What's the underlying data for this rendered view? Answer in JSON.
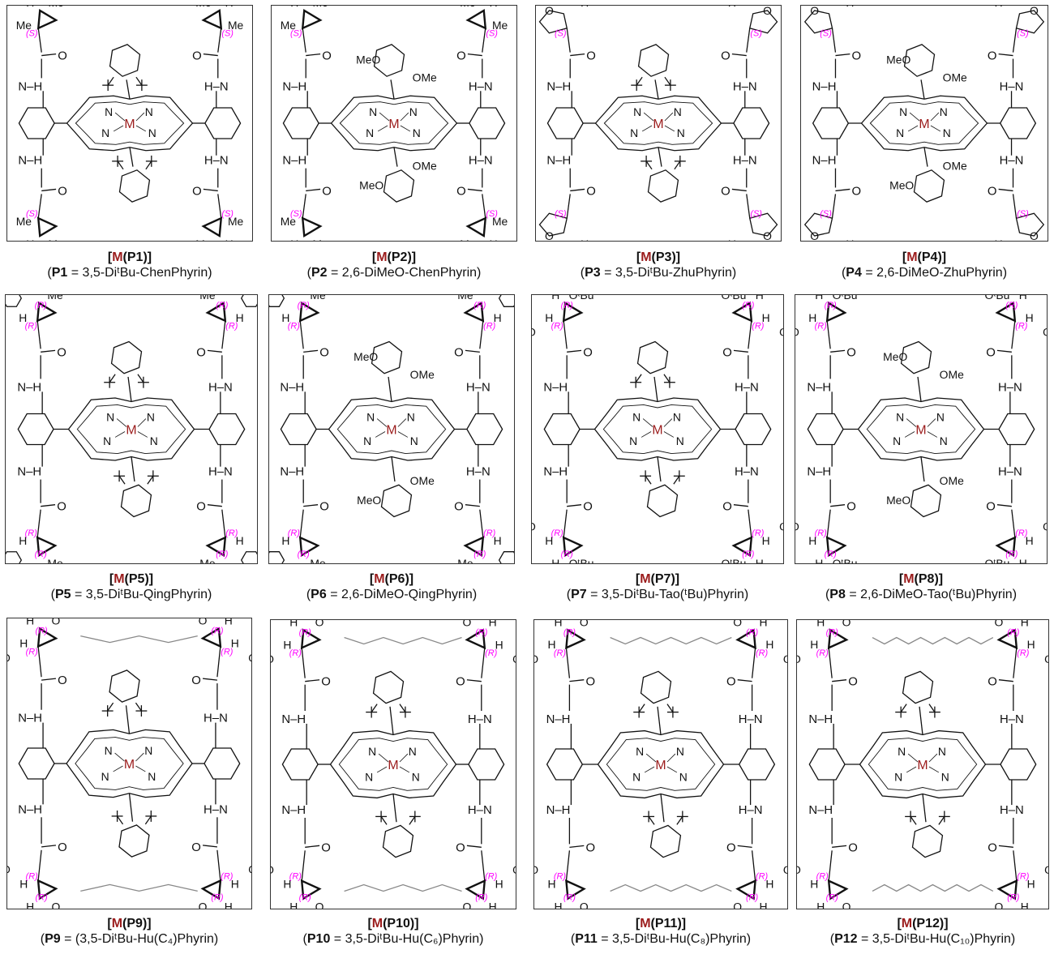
{
  "colors": {
    "metal": "#9b1c1c",
    "stereo": "#ff00ff",
    "linker": "#888888",
    "line": "#111111"
  },
  "panels": [
    {
      "id": "P1",
      "complex_open": "[",
      "metal": "M",
      "complex_close": "(P1)]",
      "desc_open": "(",
      "desc_id": "P1",
      "desc_rest": " = 3,5-DiᵗBu-ChenPhyrin)",
      "stereo": "(S)",
      "stereo_count": 4,
      "aryl": "tBu",
      "arm": "cyclopropyl-dimethyl",
      "arm_labels": [
        "Me",
        "Me",
        "H"
      ],
      "aryl_labels": []
    },
    {
      "id": "P2",
      "complex_open": "[",
      "metal": "M",
      "complex_close": "(P2)]",
      "desc_open": "(",
      "desc_id": "P2",
      "desc_rest": " = 2,6-DiMeO-ChenPhyrin)",
      "stereo": "(S)",
      "stereo_count": 4,
      "aryl": "dimethoxy",
      "arm": "cyclopropyl-dimethyl",
      "arm_labels": [
        "Me",
        "Me",
        "H"
      ],
      "aryl_labels": [
        "MeO",
        "OMe"
      ]
    },
    {
      "id": "P3",
      "complex_open": "[",
      "metal": "M",
      "complex_close": "(P3)]",
      "desc_open": "(",
      "desc_id": "P3",
      "desc_rest": " = 3,5-DiᵗBu-ZhuPhyrin)",
      "stereo": "(S)",
      "stereo_count": 4,
      "aryl": "tBu",
      "arm": "tetrahydrofuranyl",
      "arm_labels": [
        "H",
        "O"
      ],
      "aryl_labels": []
    },
    {
      "id": "P4",
      "complex_open": "[",
      "metal": "M",
      "complex_close": "(P4)]",
      "desc_open": "(",
      "desc_id": "P4",
      "desc_rest": " = 2,6-DiMeO-ZhuPhyrin)",
      "stereo": "(S)",
      "stereo_count": 4,
      "aryl": "dimethoxy",
      "arm": "tetrahydrofuranyl",
      "arm_labels": [
        "H",
        "O"
      ],
      "aryl_labels": [
        "MeO",
        "OMe"
      ]
    },
    {
      "id": "P5",
      "complex_open": "[",
      "metal": "M",
      "complex_close": "(P5)]",
      "desc_open": "(",
      "desc_id": "P5",
      "desc_rest": " = 3,5-DiᵗBu-QingPhyrin)",
      "stereo": "(R)",
      "stereo_count": 8,
      "aryl": "tBu",
      "arm": "cyclopropyl-methyl-phenyl",
      "arm_labels": [
        "Me",
        "H"
      ],
      "aryl_labels": []
    },
    {
      "id": "P6",
      "complex_open": "[",
      "metal": "M",
      "complex_close": "(P6)]",
      "desc_open": "(",
      "desc_id": "P6",
      "desc_rest": " = 2,6-DiMeO-QingPhyrin)",
      "stereo": "(R)",
      "stereo_count": 8,
      "aryl": "dimethoxy",
      "arm": "cyclopropyl-methyl-phenyl",
      "arm_labels": [
        "Me",
        "H"
      ],
      "aryl_labels": [
        "MeO",
        "OMe"
      ]
    },
    {
      "id": "P7",
      "complex_open": "[",
      "metal": "M",
      "complex_close": "(P7)]",
      "desc_open": "(",
      "desc_id": "P7",
      "desc_rest": " = 3,5-DiᵗBu-Tao(ᵗBu)Phyrin)",
      "stereo": "(R)",
      "stereo_count": 8,
      "aryl": "tBu",
      "arm": "cyclopropyl-ester",
      "arm_labels": [
        "OᵗBu",
        "H",
        "H",
        "O"
      ],
      "aryl_labels": []
    },
    {
      "id": "P8",
      "complex_open": "[",
      "metal": "M",
      "complex_close": "(P8)]",
      "desc_open": "(",
      "desc_id": "P8",
      "desc_rest": " = 2,6-DiMeO-Tao(ᵗBu)Phyrin)",
      "stereo": "(R)",
      "stereo_count": 8,
      "aryl": "dimethoxy",
      "arm": "cyclopropyl-ester",
      "arm_labels": [
        "OᵗBu",
        "H",
        "H",
        "O"
      ],
      "aryl_labels": [
        "MeO",
        "OMe"
      ]
    },
    {
      "id": "P9",
      "complex_open": "[",
      "metal": "M",
      "complex_close": "(P9)]",
      "desc_open": "(",
      "desc_id": "P9",
      "desc_rest": " = (3,5-DiᵗBu-Hu(C₄)Phyrin)",
      "stereo": "(R)",
      "stereo_count": 8,
      "aryl": "tBu",
      "arm": "bridged-ester",
      "arm_labels": [
        "O",
        "H",
        "H",
        "O"
      ],
      "aryl_labels": [],
      "linker_bends": 4
    },
    {
      "id": "P10",
      "complex_open": "[",
      "metal": "M",
      "complex_close": "(P10)]",
      "desc_open": "(",
      "desc_id": "P10",
      "desc_rest": " = 3,5-DiᵗBu-Hu(C₆)Phyrin)",
      "stereo": "(R)",
      "stereo_count": 8,
      "aryl": "tBu",
      "arm": "bridged-ester",
      "arm_labels": [
        "O",
        "H",
        "H",
        "O"
      ],
      "aryl_labels": [],
      "linker_bends": 6
    },
    {
      "id": "P11",
      "complex_open": "[",
      "metal": "M",
      "complex_close": "(P11)]",
      "desc_open": "(",
      "desc_id": "P11",
      "desc_rest": " = 3,5-DiᵗBu-Hu(C₈)Phyrin)",
      "stereo": "(R)",
      "stereo_count": 8,
      "aryl": "tBu",
      "arm": "bridged-ester",
      "arm_labels": [
        "O",
        "H",
        "H",
        "O"
      ],
      "aryl_labels": [],
      "linker_bends": 8
    },
    {
      "id": "P12",
      "complex_open": "[",
      "metal": "M",
      "complex_close": "(P12)]",
      "desc_open": "(",
      "desc_id": "P12",
      "desc_rest": " = 3,5-DiᵗBu-Hu(C₁₀)Phyrin)",
      "stereo": "(R)",
      "stereo_count": 8,
      "aryl": "tBu",
      "arm": "bridged-ester",
      "arm_labels": [
        "O",
        "H",
        "H",
        "O"
      ],
      "aryl_labels": [],
      "linker_bends": 10
    }
  ],
  "core": {
    "nitrogen": "N",
    "metal": "M",
    "nh_left": "N–H",
    "nh_right": "H–N",
    "carbonyl_o": "O"
  }
}
